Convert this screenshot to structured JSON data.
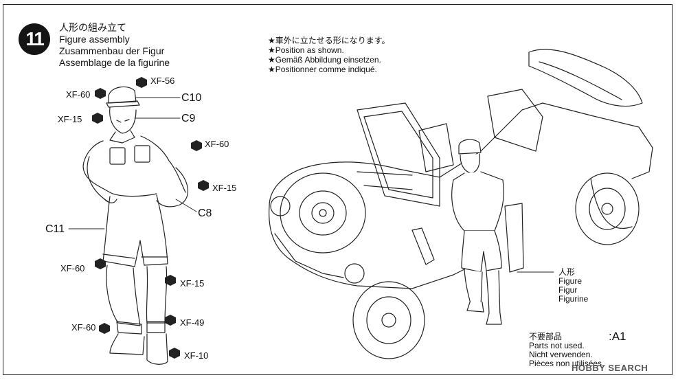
{
  "step": {
    "number": "11",
    "titles": [
      "人形の組み立て",
      "Figure assembly",
      "Zusammenbau der Figur",
      "Assemblage de la figurine"
    ]
  },
  "notes": [
    "★車外に立たせる形になります。",
    "★Position as shown.",
    "★Gemäß Abbildung einsetzen.",
    "★Positionner comme indiqué."
  ],
  "paint_callouts": [
    "XF-56",
    "XF-60",
    "XF-15",
    "XF-60",
    "XF-15",
    "XF-60",
    "XF-15",
    "XF-60",
    "XF-49",
    "XF-10"
  ],
  "part_callouts": [
    "C10",
    "C9",
    "C8",
    "C11"
  ],
  "figure_label": [
    "人形",
    "Figure",
    "Figur",
    "Figurine"
  ],
  "unused": {
    "lines": [
      "不要部品",
      "Parts not used.",
      "Nicht verwenden.",
      "Pièces non utilisées."
    ],
    "part": ":A1"
  },
  "watermark": "HOBBY SEARCH"
}
